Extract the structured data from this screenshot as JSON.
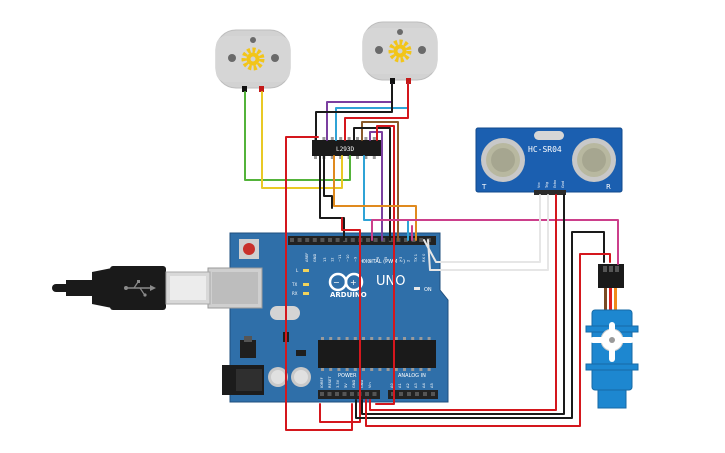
{
  "colors": {
    "board": "#2f6fa9",
    "board_dark": "#1f4f7e",
    "motor_body": "#d2d2d2",
    "motor_gear": "#f2c519",
    "sensor_board": "#1b5fb0",
    "servo_body": "#1d87d0",
    "wire_red": "#d4171d",
    "wire_black": "#1a1a1a",
    "wire_green": "#53b33a",
    "wire_yellow": "#e9c925",
    "wire_purple": "#7b3fa0",
    "wire_orange": "#e08a1e",
    "wire_blue": "#2fa3d6",
    "wire_magenta": "#cc3f8b",
    "wire_brown": "#8a5a2b",
    "wire_white": "#e6e6e6"
  },
  "components": {
    "driver_ic": {
      "label": "L293D"
    },
    "ultrasonic": {
      "label": "HC-SR04",
      "pins": [
        "Vcc",
        "Trig",
        "Echo",
        "Gnd"
      ],
      "corner_left": "T",
      "corner_right": "R"
    },
    "arduino": {
      "brand": "ARDUINO",
      "model": "UNO",
      "digital_label": "DIGITAL (PWM ~)",
      "analog_label": "ANALOG IN",
      "power_label": "POWER",
      "on_label": "ON",
      "led_labels": [
        "L",
        "TX",
        "RX"
      ],
      "aref_label": "AREF",
      "gnd_label": "GND",
      "digital_pins": [
        "13",
        "12",
        "~11",
        "~10",
        "~9",
        "8",
        "7",
        "~6",
        "~5",
        "4",
        "~3",
        "2",
        "TX 1",
        "RX 0"
      ],
      "power_pins": [
        "IOREF",
        "RESET",
        "3.3V",
        "5V",
        "GND",
        "GND",
        "Vin"
      ],
      "analog_pins": [
        "A0",
        "A1",
        "A2",
        "A3",
        "A4",
        "A5"
      ]
    },
    "usb_cable": {
      "icon": "usb-icon"
    },
    "motors": [
      {
        "icon": "gear-icon"
      },
      {
        "icon": "gear-icon"
      }
    ],
    "servo": {
      "icon": "servo-horn-icon"
    }
  }
}
